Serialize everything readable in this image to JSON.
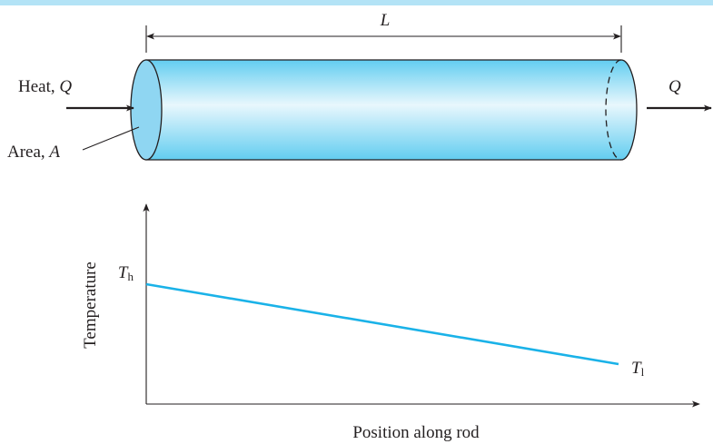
{
  "colors": {
    "top_bar": "#b3e3f6",
    "rod_end": "#8fd6f2",
    "rod_body_mid": "#e8f7fd",
    "rod_body_edge": "#62cdf0",
    "line": "#1ab2e8",
    "ink": "#231f20"
  },
  "rod": {
    "length_label": "L",
    "heat_in_prefix": "Heat, ",
    "heat_in_symbol": "Q",
    "heat_out_symbol": "Q",
    "area_prefix": "Area, ",
    "area_symbol": "A"
  },
  "chart_data": {
    "type": "line",
    "xlabel": "Position along rod",
    "ylabel": "Temperature",
    "axis_ticks": "none",
    "x": [
      0,
      1
    ],
    "series": [
      {
        "values": [
          0.6,
          0.2
        ]
      }
    ],
    "start_label": {
      "main": "T",
      "sub": "h"
    },
    "end_label": {
      "main": "T",
      "sub": "l"
    }
  }
}
